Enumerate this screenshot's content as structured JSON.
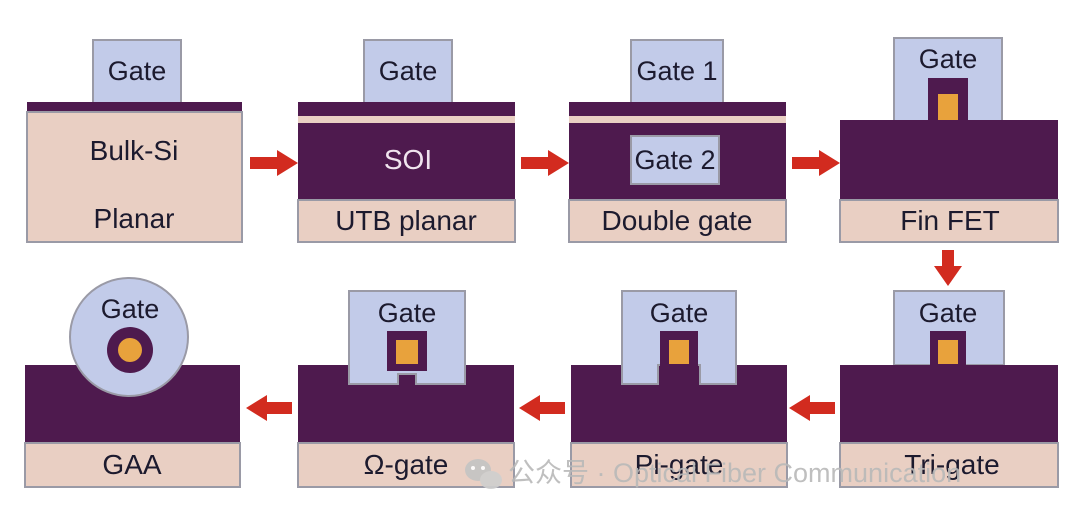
{
  "diagram": {
    "colors": {
      "substrate": "#4e1a4e",
      "gate": "#c2cbe9",
      "bulk": "#e9cfc3",
      "channel": "#e8a23c",
      "arrow": "#d22b1f",
      "outline": "#9a9aa6"
    },
    "stages": [
      {
        "id": "planar",
        "gate_label": "Gate",
        "body_label": "Bulk-Si",
        "label": "Planar"
      },
      {
        "id": "utb",
        "gate_label": "Gate",
        "body_label": "SOI",
        "label": "UTB planar"
      },
      {
        "id": "double",
        "gate_label": "Gate 1",
        "body_label": "Gate 2",
        "label": "Double gate"
      },
      {
        "id": "finfet",
        "gate_label": "Gate",
        "label": "Fin FET"
      },
      {
        "id": "trigate",
        "gate_label": "Gate",
        "label": "Tri-gate"
      },
      {
        "id": "pigate",
        "gate_label": "Gate",
        "label": "Pi-gate"
      },
      {
        "id": "omega",
        "gate_label": "Gate",
        "label": "Ω-gate"
      },
      {
        "id": "gaa",
        "gate_label": "Gate",
        "label": "GAA"
      }
    ]
  },
  "watermark": {
    "icon": "wechat-icon",
    "text": "公众号 · Optical Fiber Communication"
  }
}
